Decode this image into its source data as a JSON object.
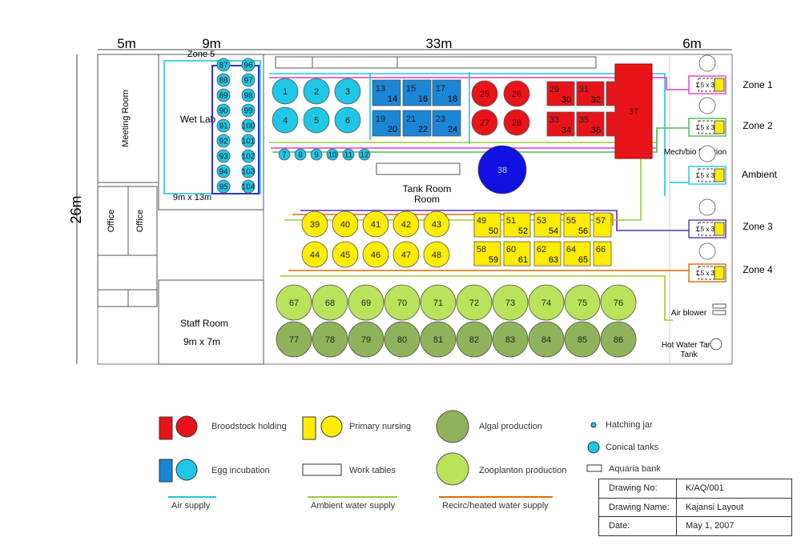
{
  "dimensions": {
    "w5": "5m",
    "w9": "9m",
    "w33": "33m",
    "w6": "6m",
    "h26": "26m"
  },
  "rooms": {
    "meeting_room": "Meeting Room",
    "office": "Office",
    "wet_lab": "Wet Lab",
    "wet_lab_size": "9m x 13m",
    "zone5": "Zone 5",
    "tank_room": "Tank Room",
    "staff_room": "Staff Room",
    "staff_room_size": "9m x 7m"
  },
  "zones": {
    "z1": "Zone 1",
    "z2": "Zone 2",
    "ambient": "Ambient",
    "z3": "Zone 3",
    "z4": "Zone 4"
  },
  "equipment": {
    "filter_size": "1.5 x 3",
    "mech_bio": "Mech/bio filtration",
    "air_blower": "Air blower",
    "hot_water": "Hot Water Tank"
  },
  "tanks": {
    "t1_6": [
      "1",
      "2",
      "3",
      "4",
      "5",
      "6"
    ],
    "t7_12": [
      "7",
      "8",
      "9",
      "10",
      "11",
      "12"
    ],
    "t13_24": [
      "13",
      "14",
      "15",
      "16",
      "17",
      "18",
      "19",
      "20",
      "21",
      "22",
      "23",
      "24"
    ],
    "t25_28": [
      "25",
      "26",
      "27",
      "28"
    ],
    "t29_36": [
      "29",
      "30",
      "31",
      "32",
      "33",
      "34",
      "35",
      "36"
    ],
    "t37": "37",
    "t38": "38",
    "t39_48": [
      "39",
      "40",
      "41",
      "42",
      "43",
      "44",
      "45",
      "46",
      "47",
      "48"
    ],
    "t49_66": [
      "49",
      "50",
      "51",
      "52",
      "53",
      "54",
      "55",
      "56",
      "57",
      "58",
      "59",
      "60",
      "61",
      "62",
      "63",
      "64",
      "65",
      "66"
    ],
    "t67_86": [
      "67",
      "68",
      "69",
      "70",
      "71",
      "72",
      "73",
      "74",
      "75",
      "76",
      "77",
      "78",
      "79",
      "80",
      "81",
      "82",
      "83",
      "84",
      "85",
      "86"
    ],
    "t87_104": [
      "87",
      "88",
      "89",
      "90",
      "91",
      "92",
      "93",
      "94",
      "95",
      "96",
      "97",
      "98",
      "99",
      "100",
      "101",
      "102",
      "103",
      "104"
    ]
  },
  "legend": {
    "broodstock": "Broodstock holding",
    "primary": "Primary nursing",
    "algal": "Algal production",
    "hatching": "Hatching jar",
    "egg": "Egg incubation",
    "work": "Work tables",
    "zooplankton": "Zooplanton production",
    "conical": "Conical tanks",
    "aquaria": "Aquaria bank",
    "air": "Air supply",
    "ambient_water": "Ambient water supply",
    "recirc": "Recirc/heated water supply"
  },
  "title_block": {
    "drawing_no_label": "Drawing No:",
    "drawing_no": "K/AQ/001",
    "drawing_name_label": "Drawing Name:",
    "drawing_name": "Kajansi Layout",
    "date_label": "Date:",
    "date": "May 1, 2007"
  },
  "colors": {
    "red": "#e8141a",
    "cyan": "#1fc6e6",
    "blue": "#1b86d6",
    "yellow": "#ffec00",
    "green_light": "#b9e35a",
    "green_dark": "#8fb35a",
    "deep_blue": "#1010e0"
  }
}
